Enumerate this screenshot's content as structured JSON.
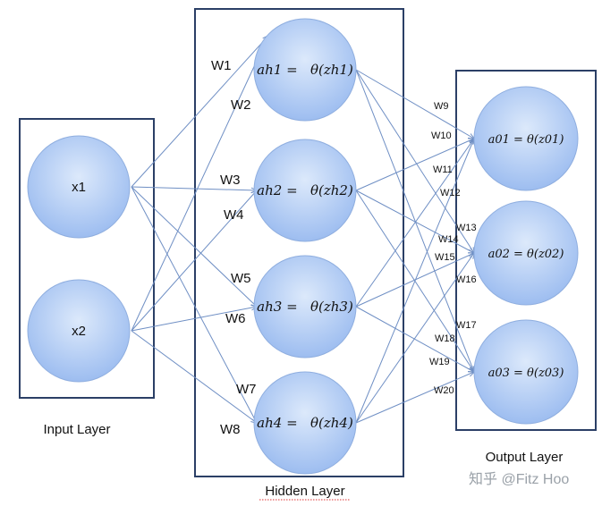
{
  "input_layer": {
    "label": "Input Layer",
    "nodes": [
      "x1",
      "x2"
    ]
  },
  "hidden_layer": {
    "label": "Hidden Layer",
    "nodes": [
      "ah1 =   θ(zh1)",
      "ah2 =   θ(zh2)",
      "ah3 =   θ(zh3)",
      "ah4 =   θ(zh4)"
    ]
  },
  "output_layer": {
    "label": "Output Layer",
    "nodes": [
      "a01 = θ(z01)",
      "a02 = θ(z02)",
      "a03 = θ(z03)"
    ]
  },
  "weights_input_hidden": [
    "W1",
    "W2",
    "W3",
    "W4",
    "W5",
    "W6",
    "W7",
    "W8"
  ],
  "weights_hidden_output": [
    "W9",
    "W10",
    "W11",
    "W12",
    "W13",
    "W14",
    "W15",
    "W16",
    "W17",
    "W18",
    "W19",
    "W20"
  ],
  "watermark": "知乎 @Fitz Hoo",
  "colors": {
    "node_fill_center": "#dce9fb",
    "node_fill_edge": "#9dbdf0",
    "box_stroke": "#2b3f66",
    "connection": "#6f8fc4"
  }
}
